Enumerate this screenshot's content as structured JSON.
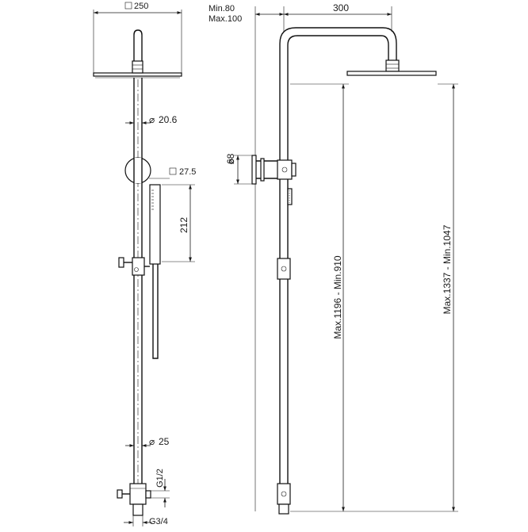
{
  "front_view": {
    "head_size": "250",
    "pipe_diameter_upper": "20.6",
    "handshower_size": "27.5",
    "handshower_length": "212",
    "pipe_diameter_lower": "25",
    "thread_inlet": "G1/2",
    "thread_bottom": "G3/4"
  },
  "side_view": {
    "wall_distance_min": "Min.80",
    "wall_distance_max": "Max.100",
    "arm_length": "300",
    "bracket_diameter": "68",
    "height_mid": "Max.1196 - Min.910",
    "height_total": "Max.1337 - Min.1047"
  },
  "symbols": {
    "square": "□",
    "diameter": "⌀"
  },
  "colors": {
    "line": "#111111",
    "background": "#ffffff"
  }
}
